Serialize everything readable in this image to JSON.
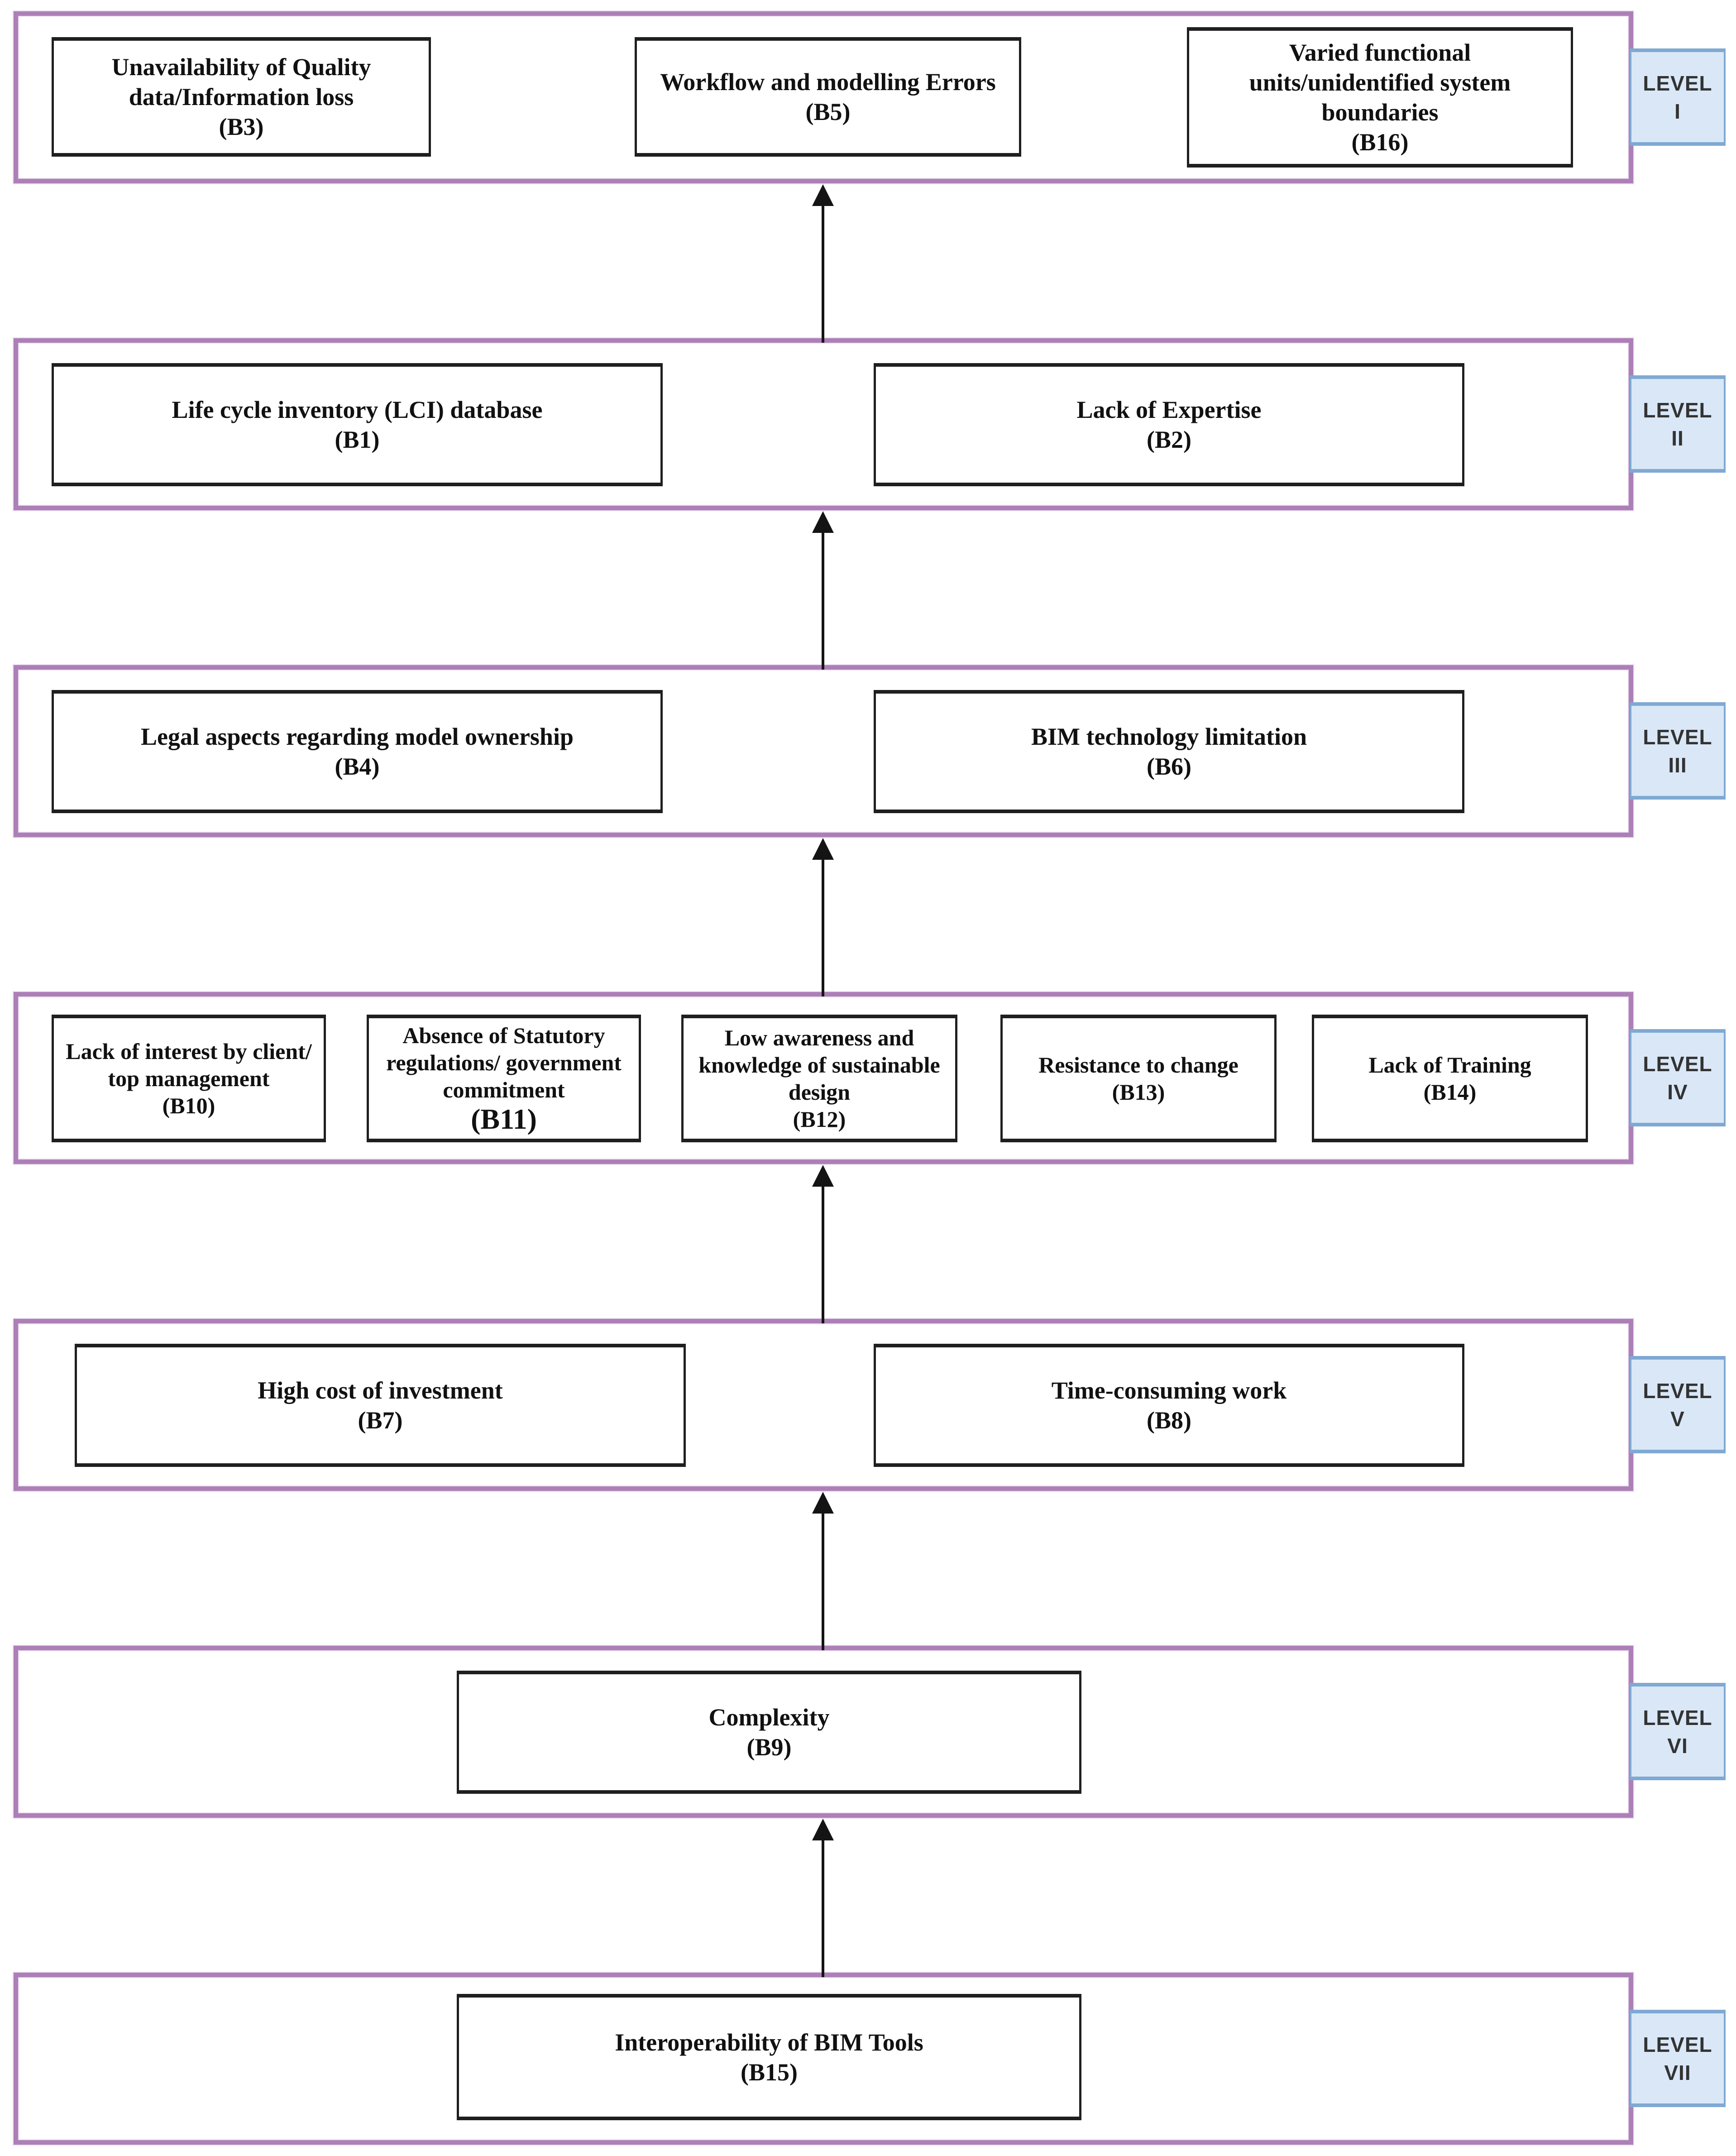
{
  "diagram": {
    "type": "ISM hierarchy diagram",
    "colors": {
      "container_border": "#ad7fb7",
      "level_label_bg": "#d9e7f7",
      "level_label_border": "#7fa9d3",
      "box_border": "#1f1f1f",
      "box_bg": "#ffffff",
      "arrow": "#141414",
      "text": "#111111"
    }
  },
  "levels": [
    {
      "label_word": "LEVEL",
      "label_numeral": "I",
      "boxes": [
        {
          "name": "Unavailability of Quality data/Information loss",
          "code": "(B3)"
        },
        {
          "name": "Workflow and modelling Errors",
          "code": "(B5)"
        },
        {
          "name": "Varied functional units/unidentified system boundaries",
          "code": "(B16)"
        }
      ]
    },
    {
      "label_word": "LEVEL",
      "label_numeral": "II",
      "boxes": [
        {
          "name": "Life cycle inventory (LCI) database",
          "code": "(B1)"
        },
        {
          "name": "Lack of Expertise",
          "code": "(B2)"
        }
      ]
    },
    {
      "label_word": "LEVEL",
      "label_numeral": "III",
      "boxes": [
        {
          "name": "Legal aspects regarding model ownership",
          "code": "(B4)"
        },
        {
          "name": "BIM technology limitation",
          "code": "(B6)"
        }
      ]
    },
    {
      "label_word": "LEVEL",
      "label_numeral": "IV",
      "boxes": [
        {
          "name": "Lack of interest by client/ top management",
          "code": "(B10)"
        },
        {
          "name": "Absence of Statutory regulations/ government commitment",
          "code": "(B11)"
        },
        {
          "name": "Low awareness and knowledge of sustainable design",
          "code": "(B12)"
        },
        {
          "name": "Resistance to change",
          "code": "(B13)"
        },
        {
          "name": "Lack of Training",
          "code": "(B14)"
        }
      ]
    },
    {
      "label_word": "LEVEL",
      "label_numeral": "V",
      "boxes": [
        {
          "name": "High cost of investment",
          "code": "(B7)"
        },
        {
          "name": "Time-consuming work",
          "code": "(B8)"
        }
      ]
    },
    {
      "label_word": "LEVEL",
      "label_numeral": "VI",
      "boxes": [
        {
          "name": "Complexity",
          "code": "(B9)"
        }
      ]
    },
    {
      "label_word": "LEVEL",
      "label_numeral": "VII",
      "boxes": [
        {
          "name": "Interoperability of BIM Tools",
          "code": "(B15)"
        }
      ]
    }
  ]
}
